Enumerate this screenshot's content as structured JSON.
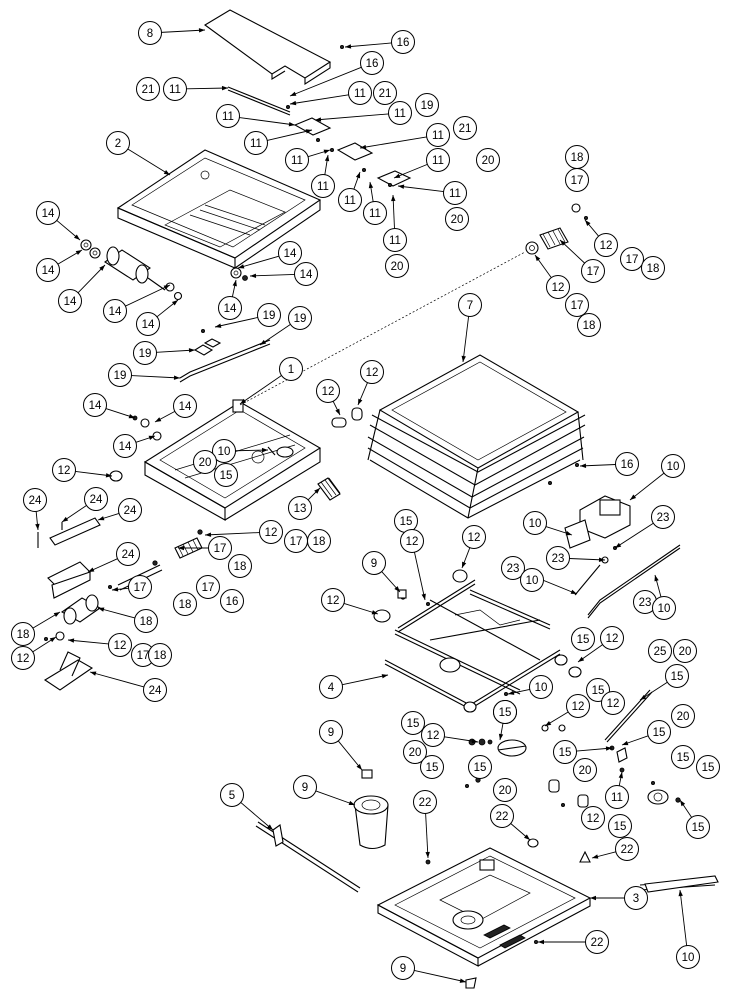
{
  "diagram": {
    "callout_ids": [
      "1",
      "2",
      "3",
      "4",
      "5",
      "7",
      "8",
      "9",
      "10",
      "11",
      "12",
      "13",
      "14",
      "15",
      "16",
      "17",
      "18",
      "19",
      "20",
      "21",
      "22",
      "23",
      "24",
      "25"
    ]
  }
}
